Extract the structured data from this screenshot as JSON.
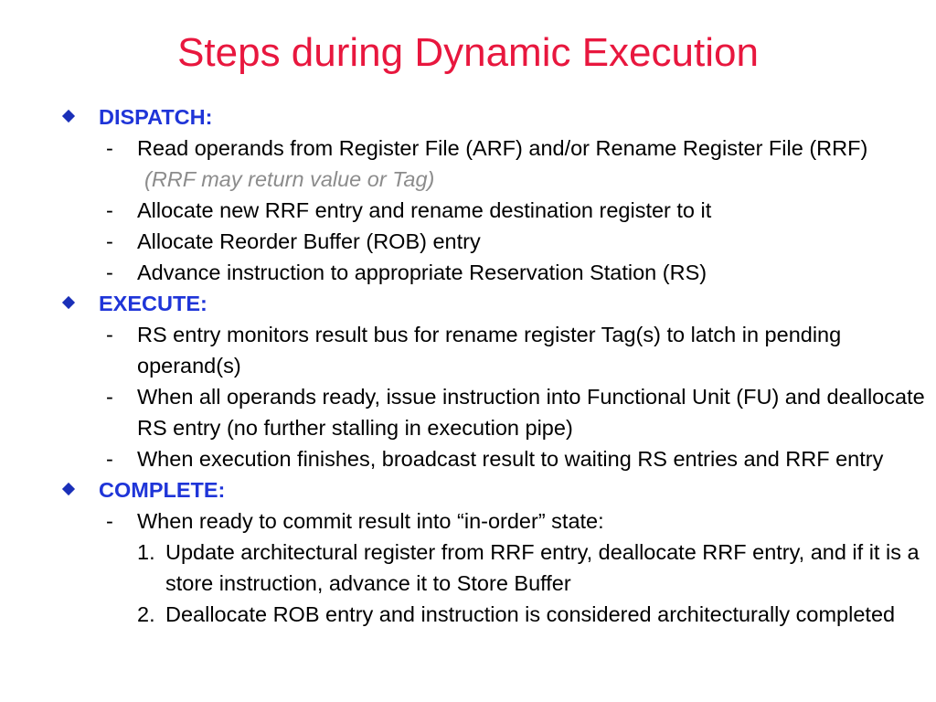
{
  "slide": {
    "title": "Steps during Dynamic Execution"
  },
  "sections": [
    {
      "heading": "DISPATCH:",
      "items": [
        {
          "bullet": "-",
          "text": "Read operands from Register File (ARF) and/or Rename Register File (RRF)",
          "note": "(RRF may return value or Tag)"
        },
        {
          "bullet": "-",
          "text": "Allocate new RRF entry and rename destination register to it"
        },
        {
          "bullet": "-",
          "text": "Allocate Reorder Buffer (ROB) entry"
        },
        {
          "bullet": "-",
          "text": "Advance instruction to appropriate Reservation Station (RS)"
        }
      ]
    },
    {
      "heading": "EXECUTE:",
      "items": [
        {
          "bullet": "-",
          "text": "RS entry monitors result bus for rename register Tag(s) to latch in pending operand(s)"
        },
        {
          "bullet": "-",
          "text": "When all operands ready, issue instruction into Functional Unit (FU) and deallocate RS entry (no further stalling in execution pipe)"
        },
        {
          "bullet": "-",
          "text": "When execution finishes, broadcast result to waiting RS entries and RRF entry"
        }
      ]
    },
    {
      "heading": "COMPLETE:",
      "items": [
        {
          "bullet": "-",
          "text": "When ready to commit result into “in-order” state:"
        }
      ],
      "subitems": [
        {
          "num": "1.",
          "text": "Update architectural register from RRF entry, deallocate RRF entry, and if it is a store instruction, advance it to Store Buffer"
        },
        {
          "num": "2.",
          "text": "Deallocate ROB entry and instruction is considered architecturally completed"
        }
      ]
    }
  ]
}
